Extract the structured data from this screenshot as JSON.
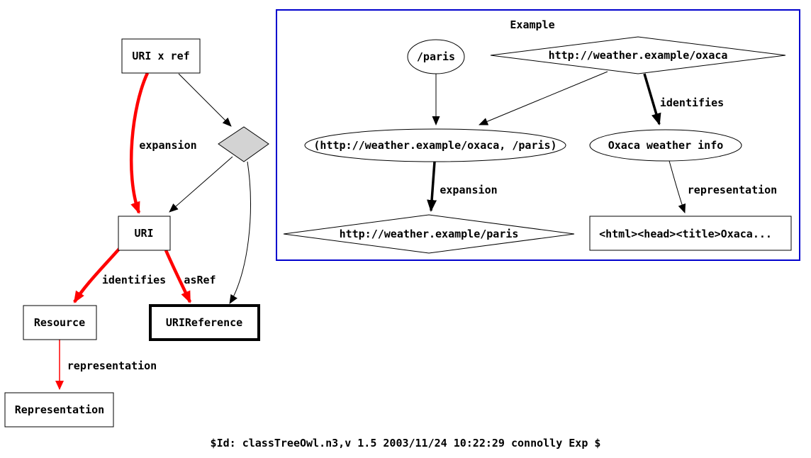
{
  "caption": "$Id: classTreeOwl.n3,v 1.5 2003/11/24 10:22:29 connolly Exp $",
  "colors": {
    "edge_red": "#ff0000",
    "cluster_blue": "#0000cd",
    "diamond_fill": "#d3d3d3",
    "edge_black": "#000000"
  },
  "left_graph": {
    "nodes": {
      "uri_x_ref": "URI x ref",
      "uri": "URI",
      "resource": "Resource",
      "uri_reference": "URIReference",
      "representation": "Representation"
    },
    "edge_labels": {
      "expansion": "expansion",
      "identifies": "identifies",
      "asref": "asRef",
      "representation": "representation"
    }
  },
  "example": {
    "title": "Example",
    "nodes": {
      "paris": "/paris",
      "oxaca_uri": "http://weather.example/oxaca",
      "tuple": "(http://weather.example/oxaca, /paris)",
      "oxaca_info": "Oxaca weather info",
      "paris_uri": "http://weather.example/paris",
      "html_doc": "<html><head><title>Oxaca..."
    },
    "edge_labels": {
      "identifies": "identifies",
      "expansion": "expansion",
      "representation": "representation"
    }
  }
}
